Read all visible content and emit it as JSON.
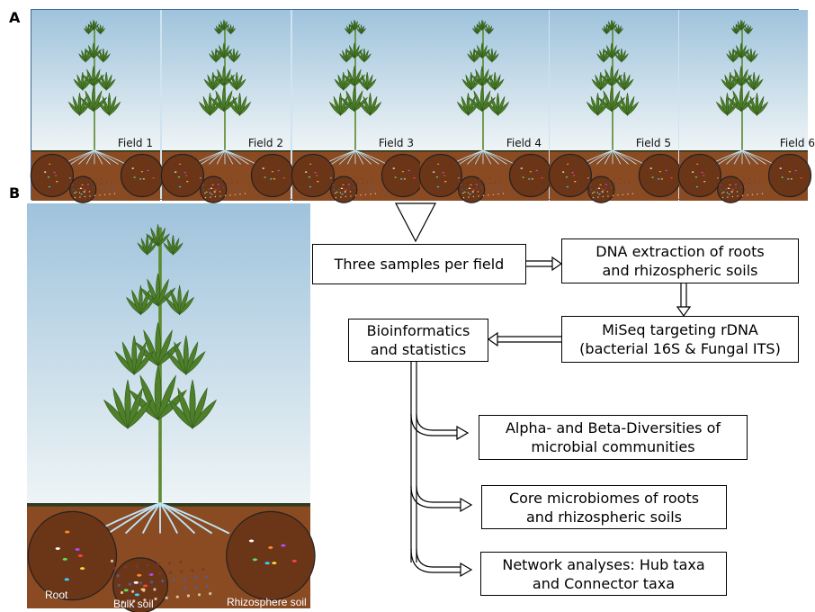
{
  "panels": {
    "a": "A",
    "b": "B"
  },
  "fields": [
    "Field 1",
    "Field 2",
    "Field 3",
    "Field 4",
    "Field 5",
    "Field 6"
  ],
  "soil_labels": {
    "root": "Root",
    "bulk": "Bulk soil",
    "rhizo": "Rhizosphere soil"
  },
  "boxes": {
    "three_samples": "Three samples per field",
    "dna": "DNA extraction of roots\nand rhizospheric soils",
    "miseq": "MiSeq targeting rDNA\n(bacterial 16S & Fungal ITS)",
    "bioinfo": "Bioinformatics\nand statistics",
    "alpha_beta": "Alpha- and Beta-Diversities of\nmicrobial communities",
    "core": "Core microbiomes of roots\nand rhizospheric soils",
    "network": "Network analyses: Hub taxa\nand Connector taxa"
  },
  "colors": {
    "sky": "#cfe3f0",
    "soil": "#8a4a22",
    "leaf": "#4f7f2a",
    "root": "#bfe3f3"
  }
}
